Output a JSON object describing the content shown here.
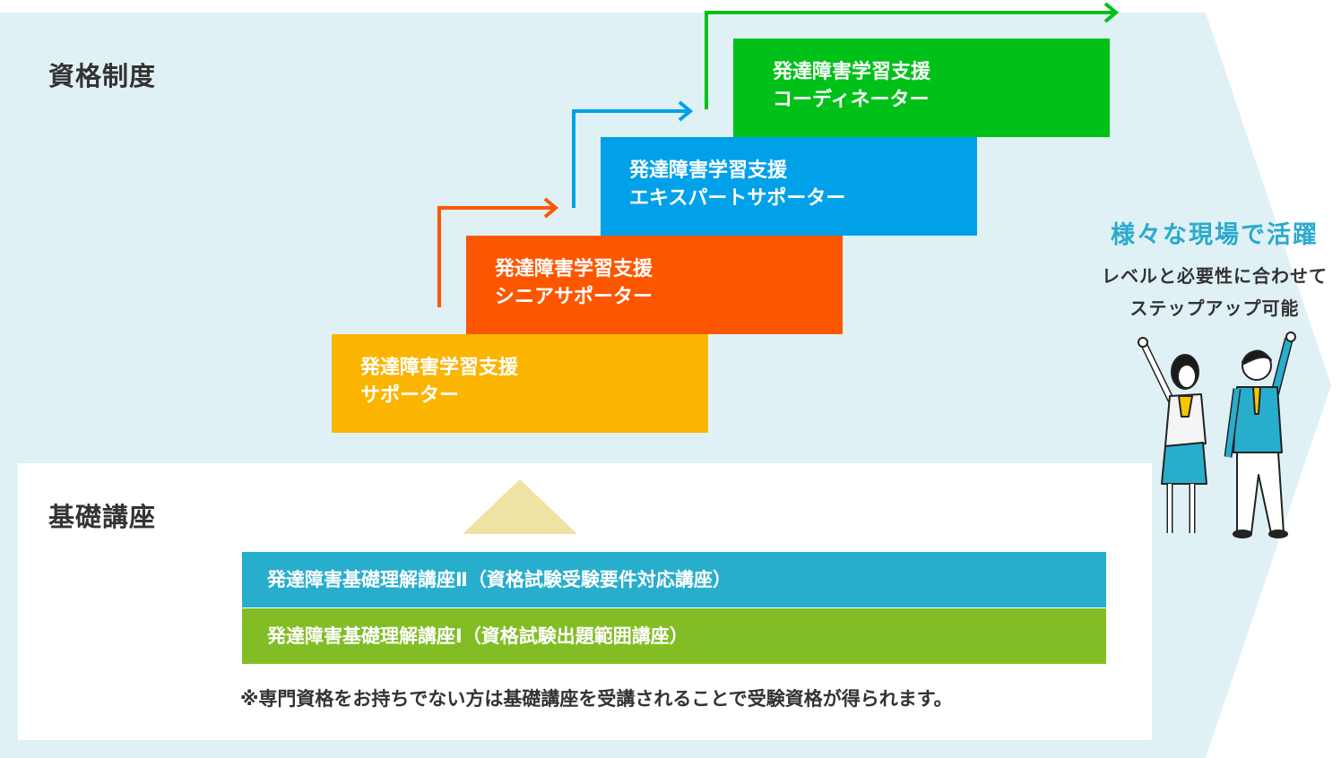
{
  "qualification_heading": "資格制度",
  "basic_heading": "基礎講座",
  "steps": [
    {
      "line1": "発達障害学習支援",
      "line2": "サポーター",
      "color": "#fbb400"
    },
    {
      "line1": "発達障害学習支援",
      "line2": "シニアサポーター",
      "color": "#fd5600"
    },
    {
      "line1": "発達障害学習支援",
      "line2": "エキスパートサポーター",
      "color": "#00a1e9"
    },
    {
      "line1": "発達障害学習支援",
      "line2": "コーディネーター",
      "color": "#00c118"
    }
  ],
  "courses": [
    {
      "label": "発達障害基礎理解講座Ⅱ（資格試験受験要件対応講座）",
      "color": "#28aecd"
    },
    {
      "label": "発達障害基礎理解講座Ⅰ（資格試験出題範囲講座）",
      "color": "#82bd26"
    }
  ],
  "note": "※専門資格をお持ちでない方は基礎講座を受講されることで受験資格が得られます。",
  "side": {
    "title": "様々な現場で活躍",
    "line1": "レベルと必要性に合わせて",
    "line2": "ステップアップ可能"
  }
}
